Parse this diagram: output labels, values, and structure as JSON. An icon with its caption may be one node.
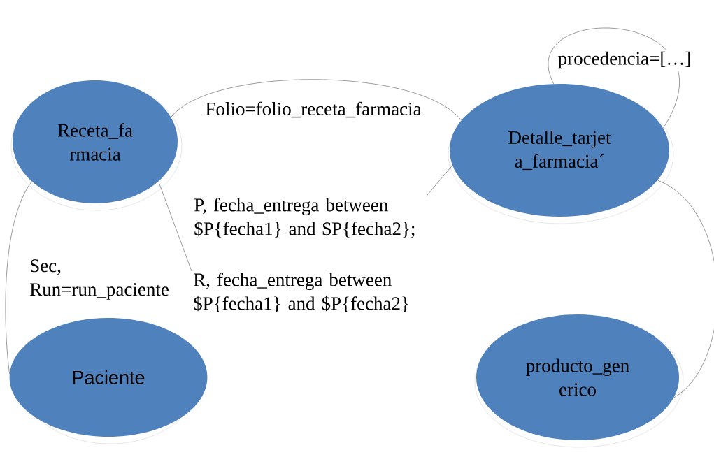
{
  "diagram": {
    "nodes": [
      {
        "text": [
          "Receta_fa rmacia"
        ]
      },
      {
        "text": [
          "Detalle_tarjet a_farmacia´"
        ]
      },
      {
        "text": [
          "Paciente"
        ]
      },
      {
        "text": [
          "producto_gen erico"
        ]
      },
      {
        "text": [
          "P, fecha_entrega between $P{fecha1} and $P{fecha2};"
        ]
      },
      {
        "text": [
          "R, fecha_entrega between $P{fecha1} and $P{fecha2}"
        ]
      }
    ],
    "edges": [
      {
        "from": 0,
        "to": 1,
        "arrow": "none",
        "label": "Folio=folio_receta_farmacia"
      },
      {
        "from": 1,
        "to": 1,
        "arrow": "none",
        "label": "procedencia=[…]"
      },
      {
        "from": 1,
        "to": 4,
        "arrow": "none"
      },
      {
        "from": 0,
        "to": 5,
        "arrow": "none"
      },
      {
        "from": 0,
        "to": 2,
        "arrow": "none",
        "label": "Sec, Run=run_paciente"
      },
      {
        "from": 1,
        "to": 3,
        "arrow": "none"
      }
    ]
  }
}
